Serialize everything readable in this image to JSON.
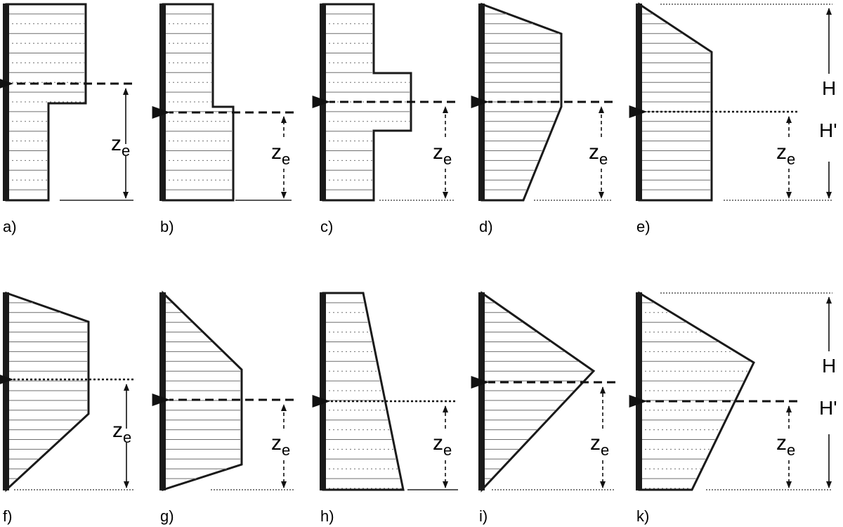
{
  "figure": {
    "panels": [
      {
        "id": "a",
        "label": "a)",
        "ze_symbol": "z",
        "ze_subscript": "e"
      },
      {
        "id": "b",
        "label": "b)",
        "ze_symbol": "z",
        "ze_subscript": "e"
      },
      {
        "id": "c",
        "label": "c)",
        "ze_symbol": "z",
        "ze_subscript": "e"
      },
      {
        "id": "d",
        "label": "d)",
        "ze_symbol": "z",
        "ze_subscript": "e"
      },
      {
        "id": "e",
        "label": "e)",
        "ze_symbol": "z",
        "ze_subscript": "e",
        "H_label": "H",
        "H_prime_label": "H'"
      },
      {
        "id": "f",
        "label": "f)",
        "ze_symbol": "z",
        "ze_subscript": "e"
      },
      {
        "id": "g",
        "label": "g)",
        "ze_symbol": "z",
        "ze_subscript": "e"
      },
      {
        "id": "h",
        "label": "h)",
        "ze_symbol": "z",
        "ze_subscript": "e"
      },
      {
        "id": "i",
        "label": "i)",
        "ze_symbol": "z",
        "ze_subscript": "e"
      },
      {
        "id": "k",
        "label": "k)",
        "ze_symbol": "z",
        "ze_subscript": "e",
        "H_label": "H",
        "H_prime_label": "H'"
      }
    ]
  }
}
